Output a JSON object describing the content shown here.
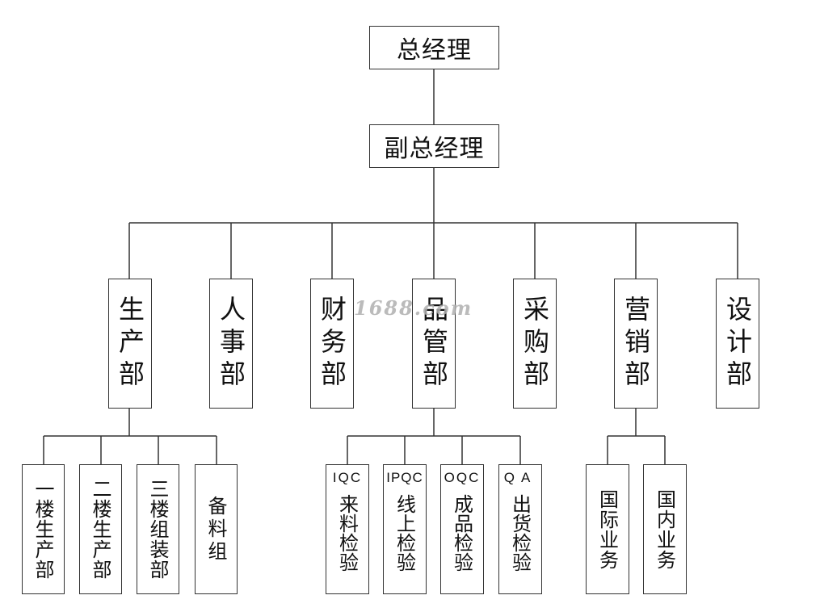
{
  "chart": {
    "ceo": "总经理",
    "deputy": "副总经理",
    "departments": [
      "生产部",
      "人事部",
      "财务部",
      "品管部",
      "采购部",
      "营销部",
      "设计部"
    ],
    "production_subunits": [
      "一楼生产部",
      "二楼生产部",
      "三楼组装部",
      "备料组"
    ],
    "qc_subunits": [
      {
        "code": "IQC",
        "name": "来料检验"
      },
      {
        "code": "IPQC",
        "name": "线上检验"
      },
      {
        "code": "OQC",
        "name": "成品检验"
      },
      {
        "code": "QA",
        "name": "出货检验"
      }
    ],
    "marketing_subunits": [
      "国际业务",
      "国内业务"
    ]
  },
  "watermark": "1688.com"
}
